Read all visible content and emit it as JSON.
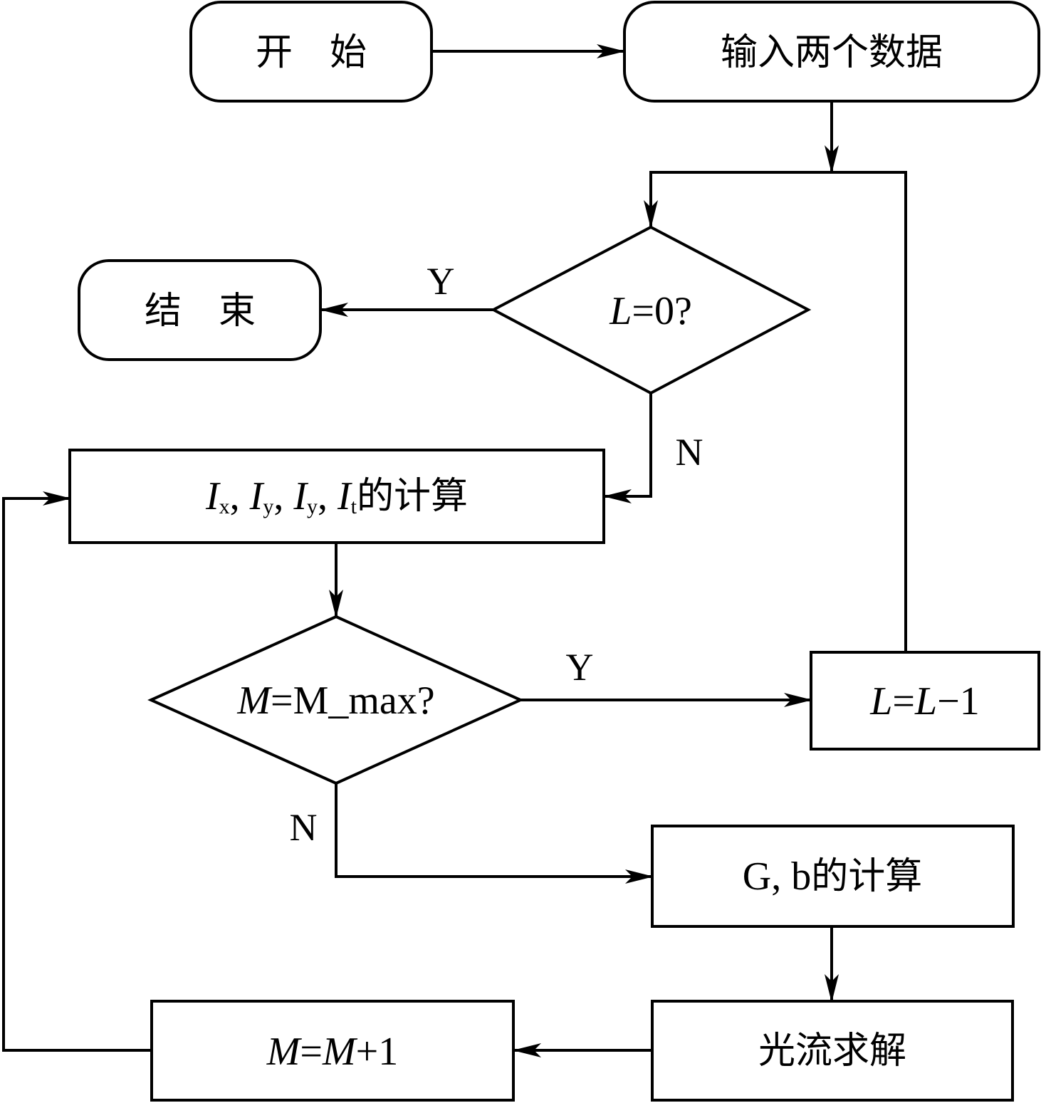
{
  "nodes": {
    "start": "开　始",
    "input": "输入两个数据",
    "end": "结　束",
    "cond_level": {
      "var": "L",
      "rest": "=0?"
    },
    "gradients": {
      "terms": [
        {
          "var": "I",
          "sub": "x",
          "sep": ", "
        },
        {
          "var": "I",
          "sub": "y",
          "sep": ", "
        },
        {
          "var": "I",
          "sub": "y",
          "sep": ", "
        },
        {
          "var": "I",
          "sub": "t",
          "sep": ""
        }
      ],
      "suffix": "的计算"
    },
    "cond_iter": {
      "var": "M",
      "rest": "=M_max?"
    },
    "level_dec": {
      "var1": "L",
      "eq": "=",
      "var2": "L",
      "rest": "−1"
    },
    "gb": {
      "latin": "G, b",
      "suffix": "的计算"
    },
    "solve": "光流求解",
    "iter_inc": {
      "var1": "M",
      "eq": "=",
      "var2": "M",
      "rest": "+1"
    }
  },
  "labels": {
    "level_yes": "Y",
    "level_no": "N",
    "iter_yes": "Y",
    "iter_no": "N"
  },
  "colors": {
    "stroke": "#000000",
    "fill": "#ffffff"
  }
}
